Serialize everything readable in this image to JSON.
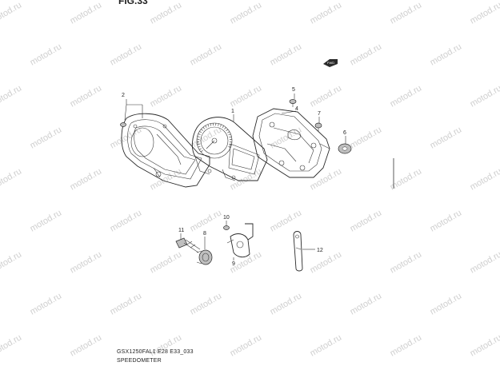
{
  "figure": {
    "ref": "FIG.33",
    "code": "GSX1250FAL1 E28 E33_033",
    "title": "SPEEDOMETER",
    "watermark": "motod.ru",
    "fwd_tag": "FWD"
  },
  "callouts": [
    "1",
    "2",
    "4",
    "5",
    "6",
    "7",
    "8",
    "9",
    "10",
    "11",
    "12"
  ]
}
